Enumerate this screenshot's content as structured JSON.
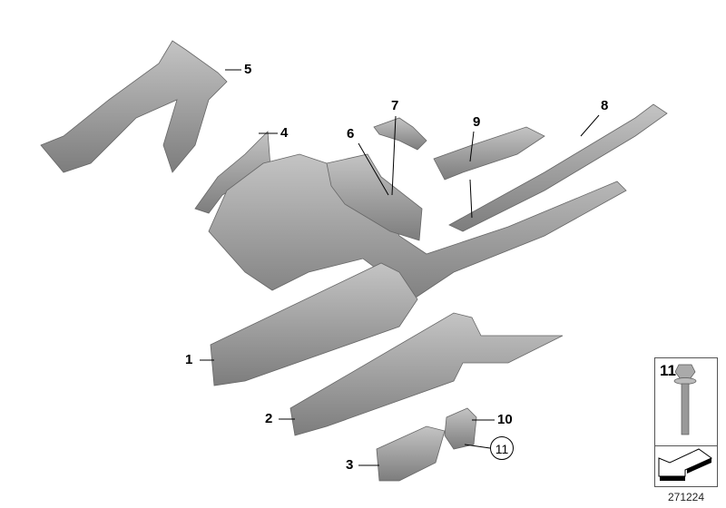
{
  "diagram": {
    "callouts": [
      {
        "id": "1",
        "label": "1"
      },
      {
        "id": "2",
        "label": "2"
      },
      {
        "id": "3",
        "label": "3"
      },
      {
        "id": "4",
        "label": "4"
      },
      {
        "id": "5",
        "label": "5"
      },
      {
        "id": "6",
        "label": "6"
      },
      {
        "id": "7",
        "label": "7"
      },
      {
        "id": "8",
        "label": "8"
      },
      {
        "id": "9",
        "label": "9"
      },
      {
        "id": "10",
        "label": "10"
      }
    ],
    "circled_callout": "11",
    "legend": {
      "part_number": "11",
      "icon": "bolt-icon",
      "symbol": "arrow-icon"
    },
    "document_number": "271224",
    "part_color": "#9a9a9a"
  }
}
